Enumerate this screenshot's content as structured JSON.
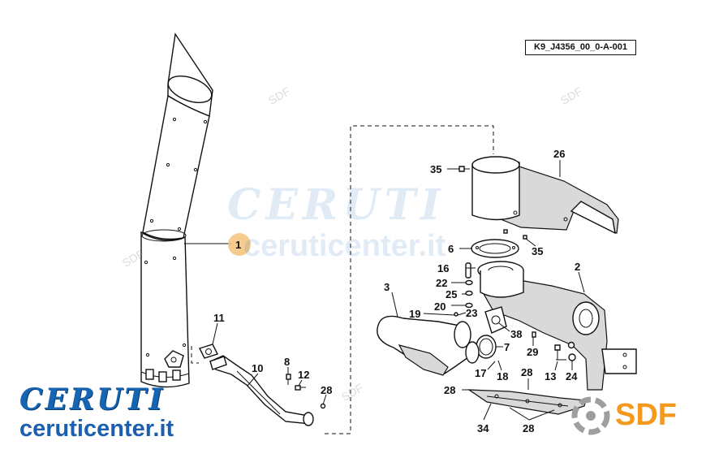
{
  "diagram": {
    "reference_code": "K9_J4356_00_0-A-001",
    "highlighted_callout": "1",
    "highlight_color": "#f5c27a",
    "callouts": {
      "c1": "1",
      "c2": "2",
      "c3": "3",
      "c6": "6",
      "c7": "7",
      "c8": "8",
      "c10": "10",
      "c11": "11",
      "c12": "12",
      "c13": "13",
      "c16": "16",
      "c17": "17",
      "c18": "18",
      "c19": "19",
      "c20": "20",
      "c22": "22",
      "c23": "23",
      "c24": "24",
      "c25": "25",
      "c26": "26",
      "c28a": "28",
      "c28b": "28",
      "c28c": "28",
      "c28d": "28",
      "c29": "29",
      "c34": "34",
      "c35a": "35",
      "c35b": "35",
      "c38": "38"
    }
  },
  "branding": {
    "dealer_name": "CERUTI",
    "dealer_url": "ceruticenter.it",
    "dealer_color": "#1565b3",
    "manufacturer": "SDF",
    "manufacturer_color": "#f39a1e",
    "watermark_text": "SDF"
  }
}
